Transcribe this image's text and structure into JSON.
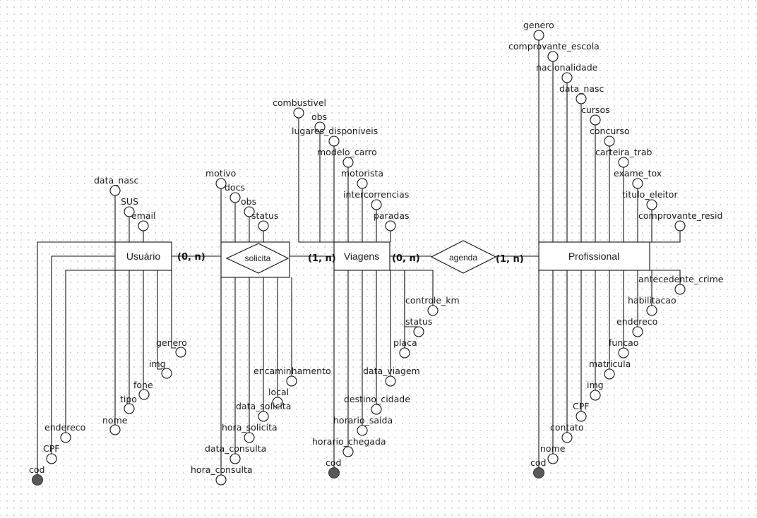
{
  "entities": {
    "usuario": "Usuário",
    "viagens": "Viagens",
    "profissional": "Profissional"
  },
  "relationships": {
    "solicita": "solicita",
    "agenda": "agenda"
  },
  "cardinalities": {
    "usuario_solicita": "(0, n)",
    "solicita_viagens": "(1, n)",
    "viagens_agenda": "(0, n)",
    "agenda_profissional": "(1, n)"
  },
  "attributes": {
    "usuario": {
      "data_nasc": "data_nasc",
      "sus": "SUS",
      "email": "email",
      "genero": "genero",
      "img": "img",
      "fone": "fone",
      "tipo": "tipo",
      "nome": "nome",
      "endereco": "endereco",
      "cpf": "CPF",
      "cod": "cod"
    },
    "solicita": {
      "motivo": "motivo",
      "docs": "docs",
      "obs": "obs",
      "status": "status",
      "encaminhamento": "encaminhamento",
      "local": "local",
      "data_solicita": "data_solicita",
      "hora_solicita": "hora_solicita",
      "data_consulta": "data_consulta",
      "hora_consulta": "hora_consulta"
    },
    "viagens": {
      "combustivel": "combustivel",
      "obs": "obs",
      "lugares_disponiveis": "lugares_disponiveis",
      "modelo_carro": "modelo_carro",
      "motorista": "motorista",
      "intercorrencias": "intercorrencias",
      "paradas": "paradas",
      "controle_km": "controle_km",
      "status": "status",
      "placa": "placa",
      "data_viagem": "data_viagem",
      "destino_cidade": "destino_cidade",
      "horario_saida": "horario_saida",
      "horario_chegada": "horario_chegada",
      "cod": "cod"
    },
    "profissional": {
      "genero": "genero",
      "comprovante_escola": "comprovante_escola",
      "nacionalidade": "nacionalidade",
      "data_nasc": "data_nasc",
      "cursos": "cursos",
      "concurso": "concurso",
      "carteira_trab": "carteira_trab",
      "exame_tox": "exame_tox",
      "titulo_eleitor": "titulo_eleitor",
      "comprovante_resid": "comprovante_resid",
      "antecedente_crime": "antecedente_crime",
      "habilitacao": "habilitacao",
      "endereco": "endereco",
      "funcao": "funcao",
      "matricula": "matricula",
      "img": "img",
      "cpf": "CPF",
      "contato": "contato",
      "nome": "nome",
      "cod": "cod"
    }
  }
}
